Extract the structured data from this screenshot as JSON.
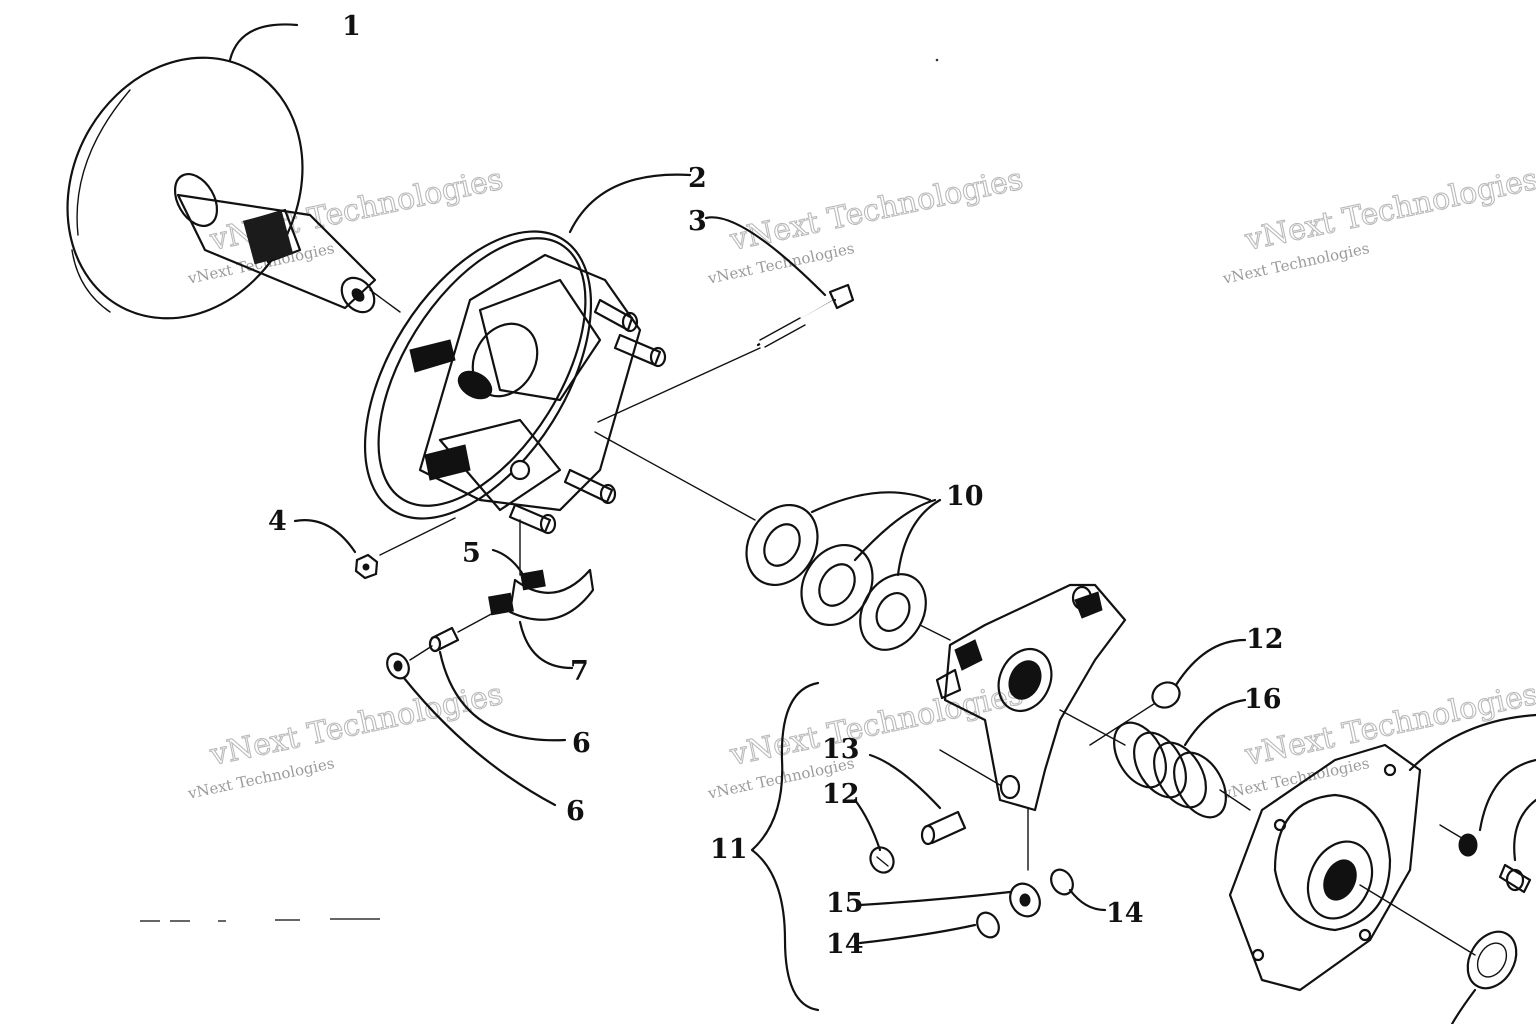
{
  "callouts": [
    {
      "id": "1",
      "text": "1"
    },
    {
      "id": "2",
      "text": "2"
    },
    {
      "id": "3",
      "text": "3"
    },
    {
      "id": "4",
      "text": "4"
    },
    {
      "id": "5",
      "text": "5"
    },
    {
      "id": "6a",
      "text": "6"
    },
    {
      "id": "6b",
      "text": "6"
    },
    {
      "id": "7",
      "text": "7"
    },
    {
      "id": "10",
      "text": "10"
    },
    {
      "id": "11",
      "text": "11"
    },
    {
      "id": "12a",
      "text": "12"
    },
    {
      "id": "12b",
      "text": "12"
    },
    {
      "id": "13",
      "text": "13"
    },
    {
      "id": "14a",
      "text": "14"
    },
    {
      "id": "14b",
      "text": "14"
    },
    {
      "id": "15",
      "text": "15"
    },
    {
      "id": "16",
      "text": "16"
    }
  ],
  "watermark": {
    "line1": "vNext Technologies",
    "line2": "vNext Technologies"
  },
  "colors": {
    "ink": "#111111",
    "background": "#ffffff",
    "watermark": "#a9a9a9"
  }
}
